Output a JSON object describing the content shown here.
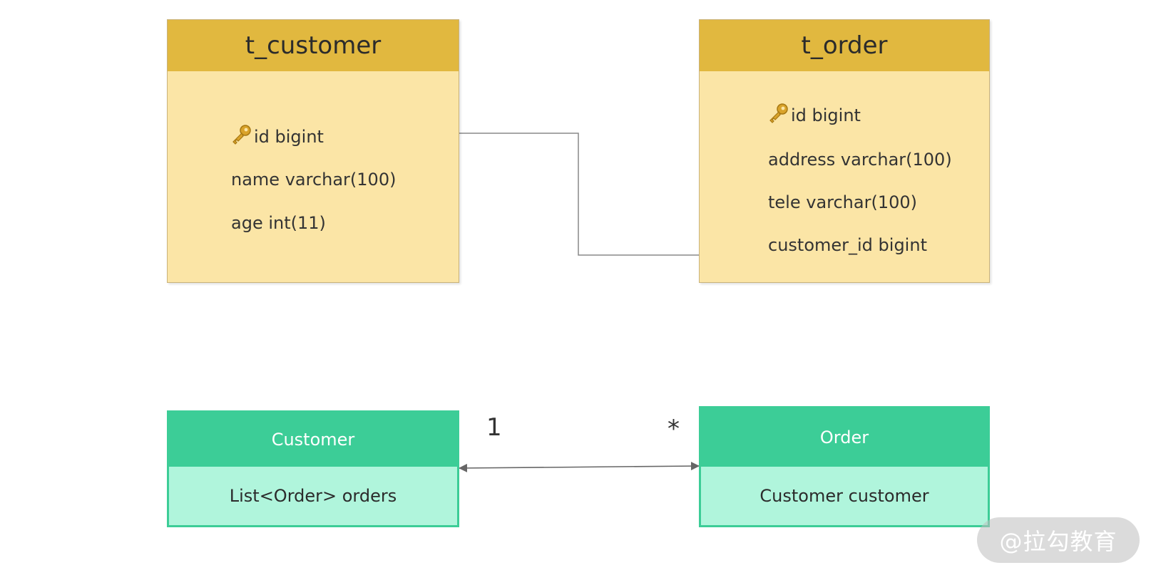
{
  "tables": {
    "customer": {
      "name": "t_customer",
      "fields": [
        "id bigint",
        "name varchar(100)",
        "age int(11)"
      ]
    },
    "order": {
      "name": "t_order",
      "fields": [
        "id bigint",
        "address varchar(100)",
        "tele varchar(100)",
        "customer_id bigint"
      ]
    }
  },
  "classes": {
    "customer": {
      "name": "Customer",
      "attribute": "List<Order> orders"
    },
    "order": {
      "name": "Order",
      "attribute": "Customer customer"
    }
  },
  "association": {
    "left_multiplicity": "1",
    "right_multiplicity": "*"
  },
  "watermark": "@拉勾教育",
  "colors": {
    "table_header": "#e1b83f",
    "table_body": "#fbe5a6",
    "class_header": "#3ccd97",
    "class_body": "#b0f5dc",
    "connector": "#888888"
  },
  "icons": {
    "primary_key": "key-icon"
  }
}
